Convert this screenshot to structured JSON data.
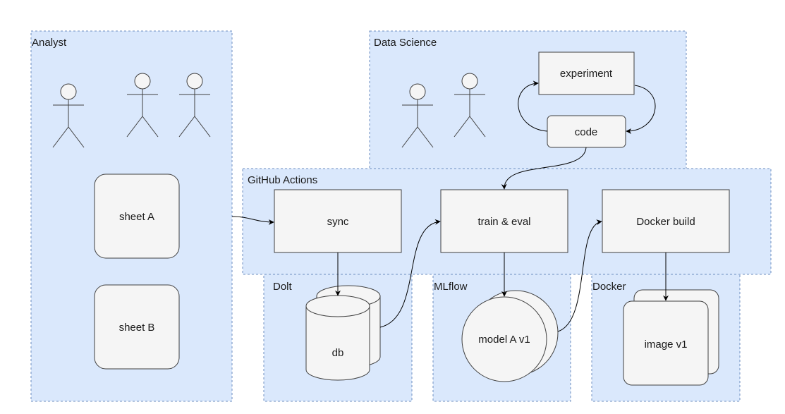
{
  "groups": {
    "analyst": "Analyst",
    "data_science": "Data Science",
    "github_actions": "GitHub Actions",
    "dolt": "Dolt",
    "mlflow": "MLflow",
    "docker": "Docker"
  },
  "nodes": {
    "sheet_a": "sheet A",
    "sheet_b": "sheet B",
    "experiment": "experiment",
    "code": "code",
    "sync": "sync",
    "train_eval": "train & eval",
    "docker_build": "Docker build",
    "db": "db",
    "model": "model A v1",
    "image": "image v1"
  },
  "colors": {
    "group_fill": "#dae8fc",
    "group_stroke": "#6c8ebf",
    "node_fill": "#f5f5f5",
    "node_stroke": "#404040",
    "edge": "#000000"
  }
}
